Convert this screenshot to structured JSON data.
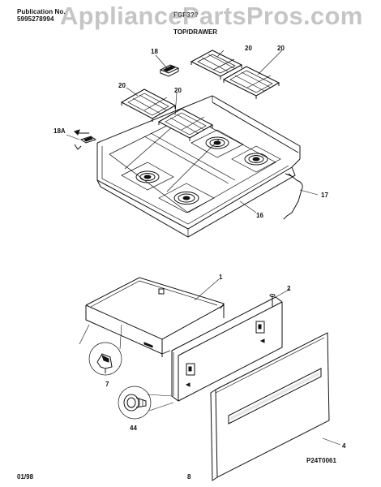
{
  "header": {
    "publication_label": "Publication No.",
    "publication_number": "5995278994",
    "model_partial": "FGF3??",
    "section_title": "TOP/DRAWER"
  },
  "watermark": {
    "text": "AppliancePartsPros.com"
  },
  "callouts": {
    "c18": "18",
    "c20a": "20",
    "c20b": "20",
    "c20c": "20",
    "c20d": "20",
    "c18a": "18A",
    "c17": "17",
    "c16": "16",
    "c1": "1",
    "c2": "2",
    "c4": "4",
    "c7": "7",
    "c44": "44"
  },
  "footer": {
    "date": "01/98",
    "page": "8",
    "diagram_code": "P24T0061"
  }
}
